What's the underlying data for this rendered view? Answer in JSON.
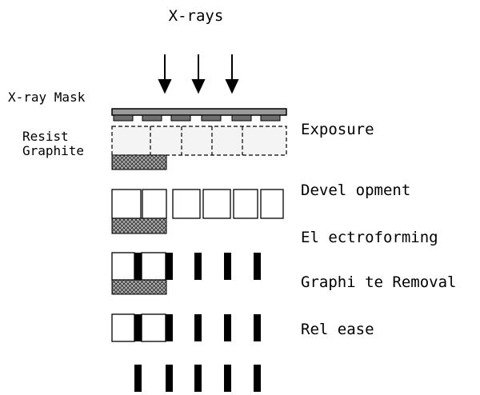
{
  "diagram": {
    "source_label": "X-rays",
    "mask_label": "X-ray Mask",
    "resist_label": "Resist",
    "graphite_label": "Graphite",
    "steps": [
      {
        "label": "Exposure"
      },
      {
        "label": "Devel opment"
      },
      {
        "label": "El ectroforming"
      },
      {
        "label": "Graphi te Removal"
      },
      {
        "label": "Rel ease"
      }
    ]
  },
  "colors": {
    "mask_bar": "#9a9a9a",
    "mask_absorber": "#6f6f6f",
    "resist_exposed": "#f4f4f4",
    "graphite": "#b8b8b8",
    "metal": "#000000",
    "line": "#000000"
  },
  "icons": [
    "down-arrow-icon"
  ]
}
